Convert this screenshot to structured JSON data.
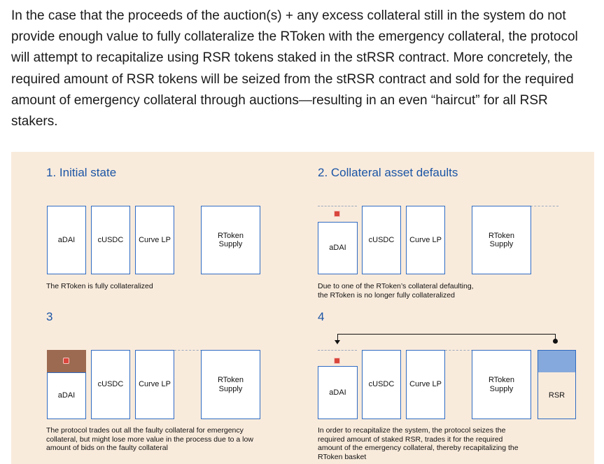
{
  "intro": {
    "text": "In the case that the proceeds of the auction(s) + any excess collateral still in the system do not provide enough value to fully collateralize the RToken with the emergency collateral, the protocol will attempt to recapitalize using RSR tokens staked in the stRSR contract. More concretely, the required amount of RSR tokens will be seized from the stRSR contract and sold for the required amount of emergency collateral through auctions—resulting in an even “haircut” for all RSR stakers."
  },
  "panels": [
    {
      "title": "1. Initial state",
      "boxes": [
        "aDAI",
        "cUSDC",
        "Curve LP",
        "RToken Supply"
      ],
      "caption": "The RToken is fully collateralized"
    },
    {
      "title": "2. Collateral asset defaults",
      "boxes": [
        "aDAI",
        "cUSDC",
        "Curve LP",
        "RToken Supply"
      ],
      "caption": "Due to one of the RToken’s collateral defaulting, the RToken is no longer fully collateralized"
    },
    {
      "title": "3",
      "boxes": [
        "aDAI",
        "cUSDC",
        "Curve LP",
        "RToken Supply"
      ],
      "caption": "The protocol trades out all the faulty collateral for emergency collateral, but might lose more value in the process due to a low amount of bids on the faulty collateral"
    },
    {
      "title": "4",
      "boxes": [
        "aDAI",
        "cUSDC",
        "Curve LP",
        "RToken Supply",
        "RSR"
      ],
      "caption": "In order to recapitalize the system, the protocol seizes the required amount of staked RSR, trades it for the required amount of the emergency collateral, thereby recapitalizing the RToken basket"
    }
  ],
  "colors": {
    "title": "#1b55a5",
    "box_border": "#2f6bc2",
    "background": "#f9ebdc",
    "default_badge": "#d9463c",
    "traded_fill": "#9b6a50",
    "rsr_fill": "#85a9dc"
  }
}
